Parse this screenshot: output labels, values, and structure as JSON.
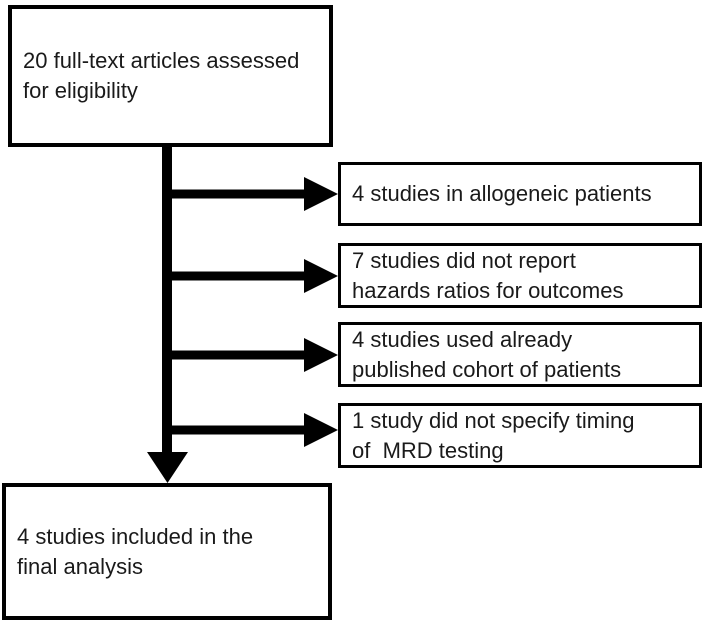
{
  "colors": {
    "background": "#ffffff",
    "line": "#000000",
    "text": "#1a1a1a"
  },
  "nodes": {
    "assessed": {
      "text": "20 full-text articles assessed\nfor eligibility"
    },
    "excluded_allogeneic": {
      "text": "4 studies in allogeneic patients"
    },
    "excluded_no_hazard_ratios": {
      "text": "7 studies did not report\nhazards ratios for outcomes"
    },
    "excluded_published_cohort": {
      "text": "4 studies used already\npublished cohort of patients"
    },
    "excluded_mrd_timing": {
      "text": "1 study did not specify timing\nof  MRD testing"
    },
    "included": {
      "text": "4 studies included in the\nfinal analysis"
    }
  }
}
